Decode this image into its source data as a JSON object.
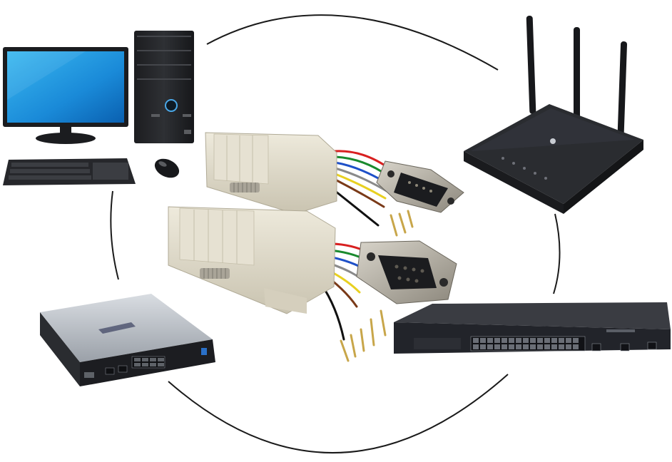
{
  "scene": {
    "description_items": [
      "desktop-computer",
      "wireless-router",
      "network-switch",
      "cable-router",
      "db9-to-rj45-adapters"
    ],
    "colors": {
      "background": "#ffffff",
      "ring": "#1a1a1a",
      "adapter_shell": "#ddd8c8",
      "monitor_screen": "#1a90d8",
      "device_dark": "#2a2c30",
      "connector_metal": "#a8a49a"
    },
    "wire_colors": [
      "#d82020",
      "#1a8a2e",
      "#1e50c8",
      "#8a8a8a",
      "#e8d020",
      "#7a3a18",
      "#ffffff",
      "#000000"
    ]
  }
}
